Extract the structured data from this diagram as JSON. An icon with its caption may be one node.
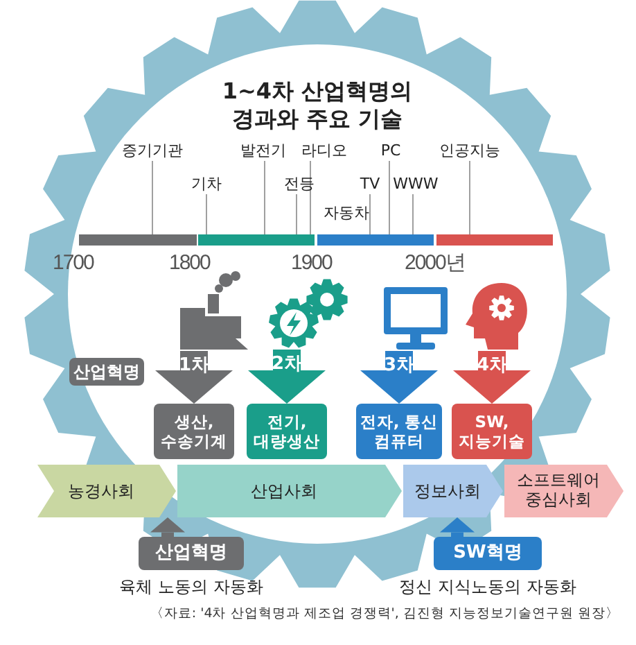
{
  "diagram": {
    "title": "1~4차 산업혁명의 경과와 주요 기술",
    "caption": "〈자료: '4차 산업혁명과 제조업 경쟁력', 김진형 지능정보기술연구원 원장〉",
    "nodes": [
      {
        "text": [],
        "shape": "bar"
      },
      {
        "text": [],
        "shape": "bar"
      },
      {
        "text": [],
        "shape": "bar"
      },
      {
        "text": [],
        "shape": "bar"
      },
      {
        "text": [
          "증기기관"
        ]
      },
      {
        "text": [
          "기차"
        ]
      },
      {
        "text": [
          "발전기"
        ]
      },
      {
        "text": [
          "전등"
        ]
      },
      {
        "text": [
          "라디오"
        ]
      },
      {
        "text": [
          "TV"
        ]
      },
      {
        "text": [
          "PC"
        ]
      },
      {
        "text": [
          "WWW"
        ]
      },
      {
        "text": [
          "인공지능"
        ]
      },
      {
        "text": [
          "산업혁명"
        ]
      },
      {
        "text": [],
        "shape": "train"
      },
      {
        "text": [],
        "shape": "gears"
      },
      {
        "text": [],
        "shape": "monitor"
      },
      {
        "text": [],
        "shape": "head"
      },
      {
        "text": [
          "생산, 수송기계"
        ]
      },
      {
        "text": [
          "전기, 대량생산"
        ]
      },
      {
        "text": [
          "전자, 통신 컴퓨터"
        ]
      },
      {
        "text": [
          "SW, 지능기술"
        ]
      },
      {
        "text": [
          "농경사회"
        ]
      },
      {
        "text": [
          "산업사회"
        ]
      },
      {
        "text": [
          "정보사회"
        ]
      },
      {
        "text": [
          "소프트웨어 중심사회"
        ]
      },
      {
        "text": [
          "산업혁명"
        ],
        "beside": [
          "육체 노동의 자동화"
        ]
      },
      {
        "text": [
          "SW혁명"
        ],
        "beside": [
          "정신 지식노동의 자동화"
        ]
      }
    ],
    "edges": [
      {
        "from": 4,
        "to": 0,
        "arrow": "none"
      },
      {
        "from": 5,
        "to": 1,
        "arrow": "none"
      },
      {
        "from": 6,
        "to": 1,
        "arrow": "none"
      },
      {
        "from": 7,
        "to": 1,
        "arrow": "none"
      },
      {
        "from": 8,
        "to": 1,
        "arrow": "none"
      },
      {
        "from": 9,
        "to": 2,
        "arrow": "none"
      },
      {
        "from": 10,
        "to": 2,
        "arrow": "none"
      },
      {
        "from": 11,
        "to": 2,
        "arrow": "none"
      },
      {
        "from": 12,
        "to": 3,
        "arrow": "none"
      },
      {
        "from": 14,
        "to": 18,
        "arrow": "to",
        "label": "1차",
        "style": "thick",
        "color": "#6d6e70"
      },
      {
        "from": 15,
        "to": 19,
        "arrow": "to",
        "label": "2차",
        "style": "thick",
        "color": "#1a9e8a"
      },
      {
        "from": 16,
        "to": 20,
        "arrow": "to",
        "label": "3차",
        "style": "thick",
        "color": "#2b7fc8"
      },
      {
        "from": 17,
        "to": 21,
        "arrow": "to",
        "label": "4차",
        "style": "thick",
        "color": "#d9534f"
      },
      {
        "from": 26,
        "to": 23,
        "arrow": "to",
        "style": "thick",
        "color": "#6d6e70"
      },
      {
        "from": 27,
        "to": 24,
        "arrow": "to",
        "style": "thick",
        "color": "#2b7fc8"
      }
    ],
    "labels": [
      "자동차",
      "1700",
      "1800",
      "1900",
      "2000년"
    ]
  }
}
